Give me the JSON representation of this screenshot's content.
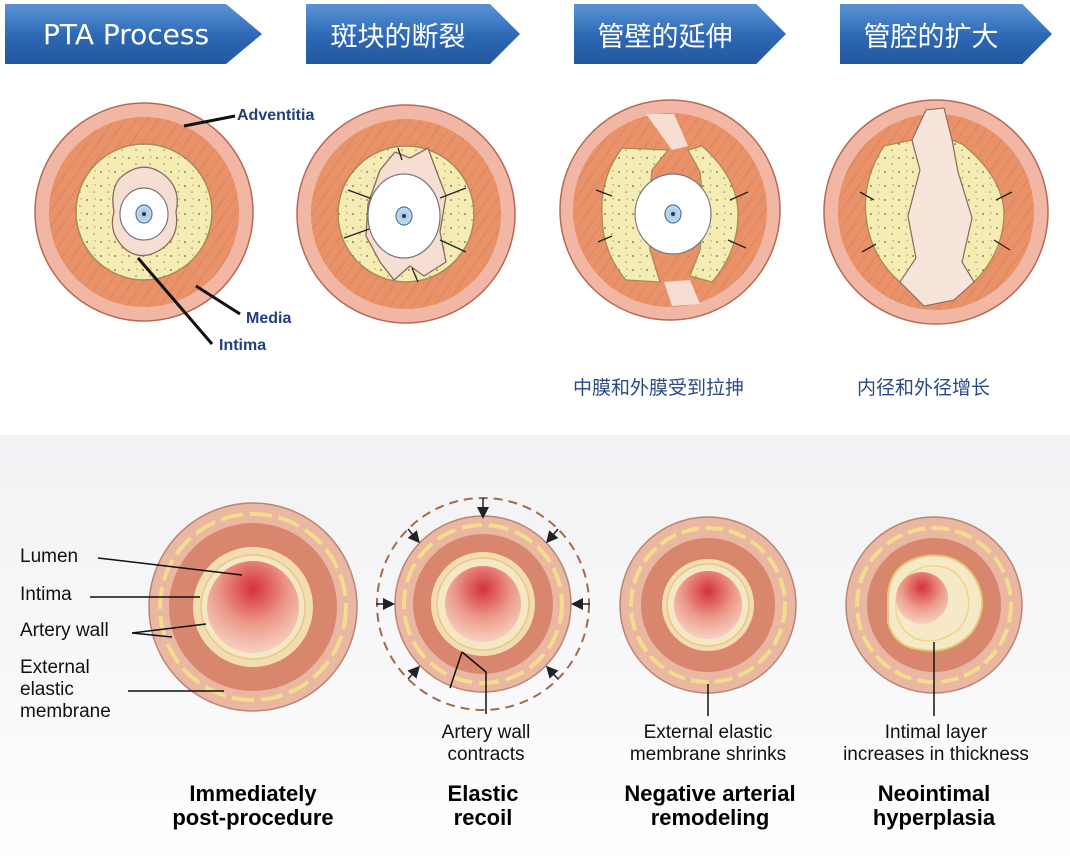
{
  "steps": [
    "PTA Process",
    "斑块的断裂",
    "管壁的延伸",
    "管腔的扩大"
  ],
  "top_labels": {
    "adventitia": "Adventitia",
    "media": "Media",
    "intima": "Intima"
  },
  "top_captions": {
    "stretch": "中膜和外膜受到拉抻",
    "expand": "内径和外径增长"
  },
  "lower_labels": {
    "lumen": "Lumen",
    "intima": "Intima",
    "artery_wall": "Artery wall",
    "eem": [
      "External",
      "elastic",
      "membrane"
    ]
  },
  "lower_annotations": {
    "contracts": [
      "Artery wall",
      "contracts"
    ],
    "shrinks": [
      "External elastic",
      "membrane shrinks"
    ],
    "thickness": [
      "Intimal layer",
      "increases in thickness"
    ]
  },
  "stages": [
    [
      "Immediately",
      "post-procedure"
    ],
    [
      "Elastic",
      "recoil"
    ],
    [
      "Negative arterial",
      "remodeling"
    ],
    [
      "Neointimal",
      "hyperplasia"
    ]
  ],
  "colors": {
    "banner_blue": "#2c67b5",
    "adventitia": "#f2b6a4",
    "media": "#e9926a",
    "plaque": "#f5ecb4",
    "label_blue": "#1f3f80",
    "lumen_red": "#d4313a"
  }
}
